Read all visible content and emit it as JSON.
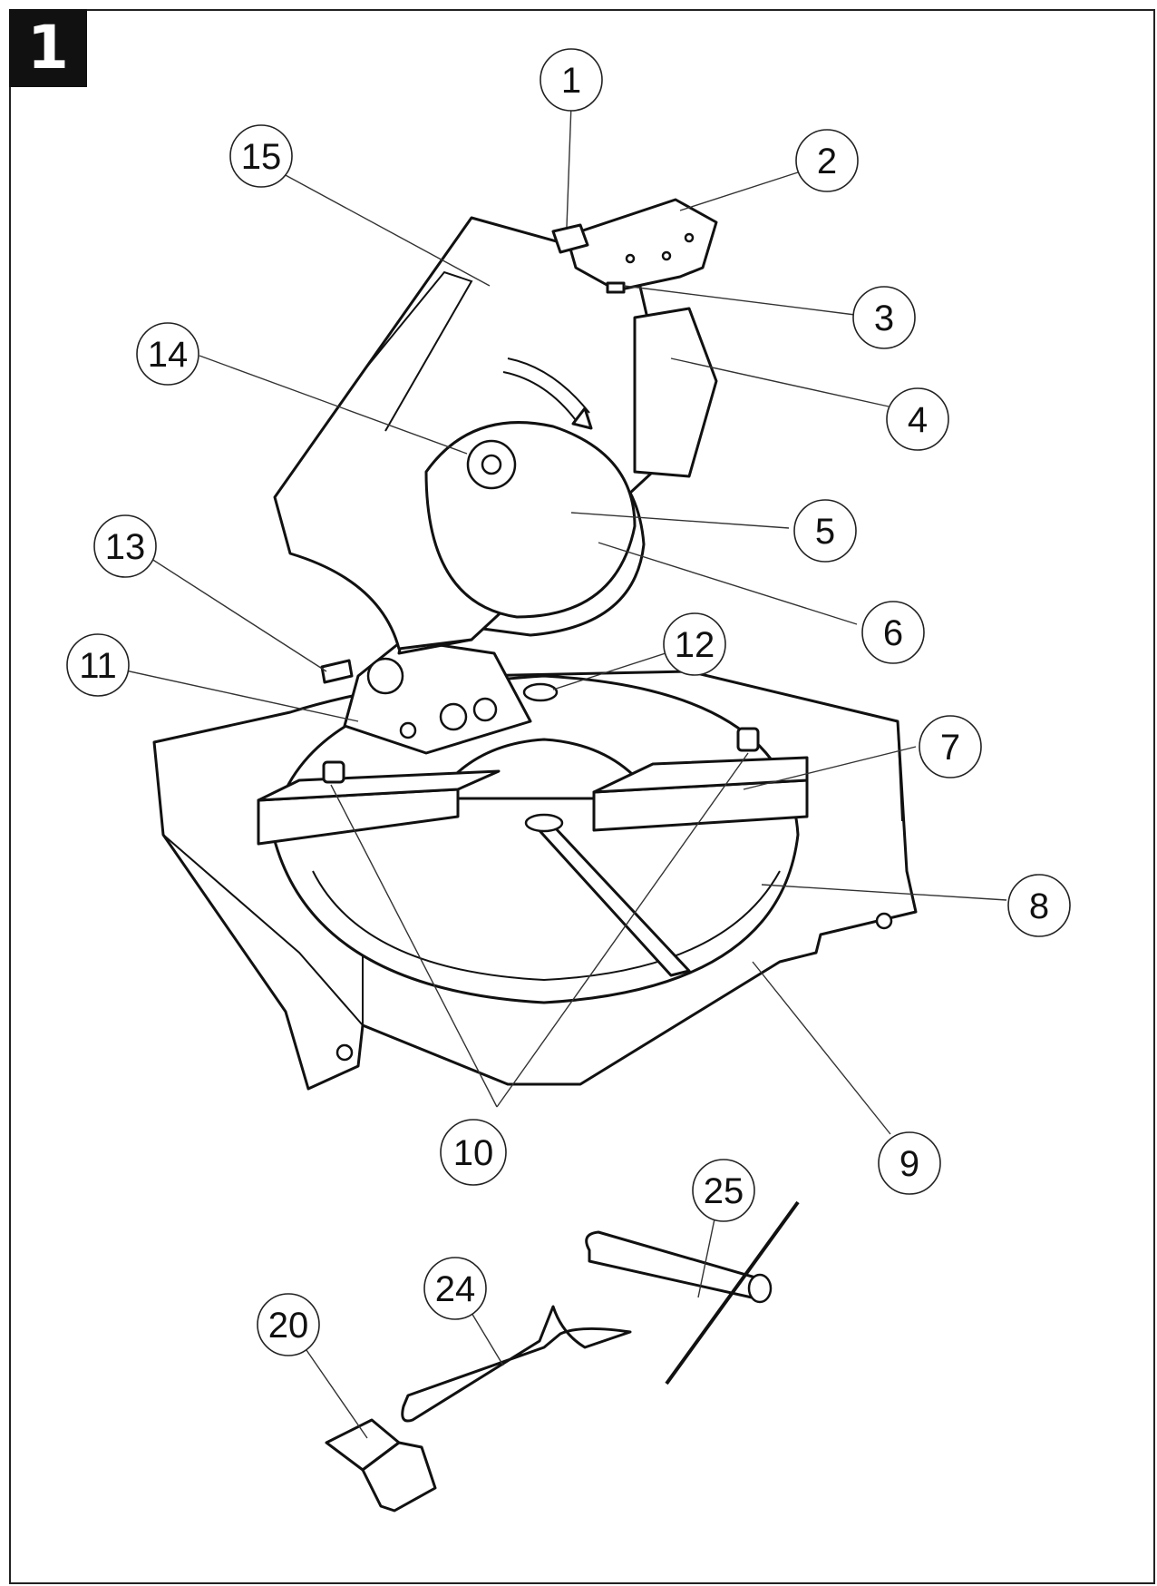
{
  "figure": {
    "number": "1"
  },
  "callouts": [
    {
      "label": "1"
    },
    {
      "label": "2"
    },
    {
      "label": "3"
    },
    {
      "label": "4"
    },
    {
      "label": "5"
    },
    {
      "label": "6"
    },
    {
      "label": "7"
    },
    {
      "label": "8"
    },
    {
      "label": "9"
    },
    {
      "label": "10"
    },
    {
      "label": "11"
    },
    {
      "label": "12"
    },
    {
      "label": "13"
    },
    {
      "label": "14"
    },
    {
      "label": "15"
    },
    {
      "label": "25"
    },
    {
      "label": "24"
    },
    {
      "label": "20"
    }
  ],
  "colors": {
    "ink": "#111111",
    "paper": "#ffffff"
  }
}
